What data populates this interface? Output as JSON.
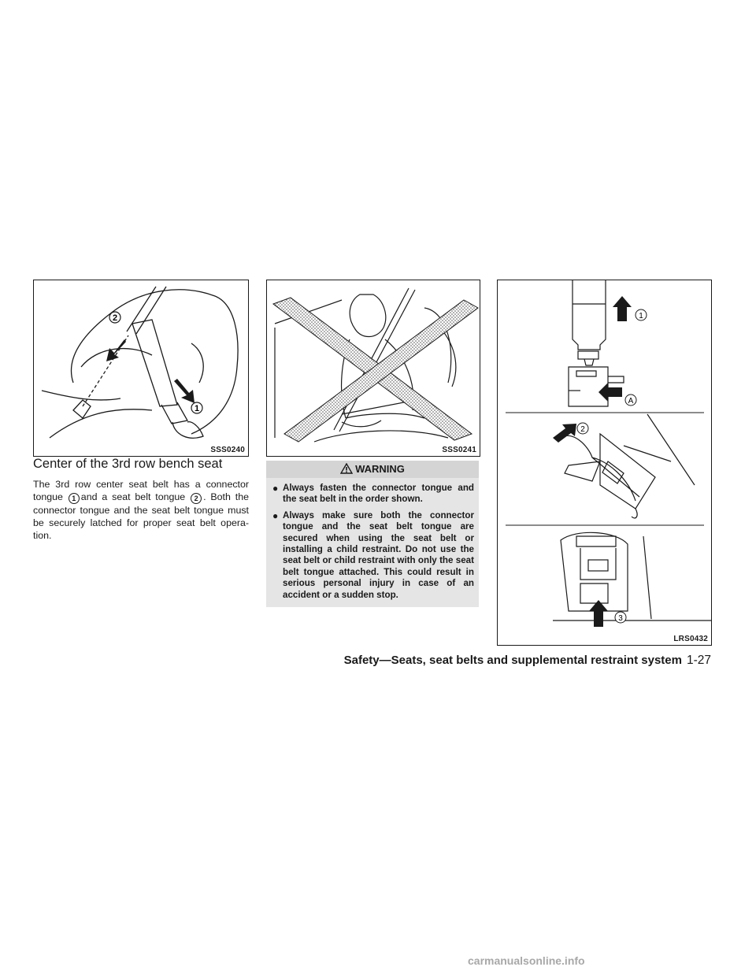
{
  "figures": {
    "fig1": {
      "code": "SSS0240",
      "callouts": [
        "2",
        "1"
      ]
    },
    "fig2": {
      "code": "SSS0241"
    },
    "fig3": {
      "code": "LRS0432",
      "callouts": [
        "1",
        "A",
        "2",
        "3"
      ]
    }
  },
  "section": {
    "title": "Center of the 3rd row bench seat",
    "body": {
      "part1": "The 3rd row center seat belt has a connector tongue",
      "marker1": "1",
      "part2": "and a seat belt tongue",
      "marker2": "2",
      "part3": ". Both the connector tongue and the seat belt tongue must be securely latched for proper seat belt opera-tion."
    }
  },
  "warning": {
    "title": "WARNING",
    "bullet": "●",
    "items": [
      "Always fasten the connector tongue and the seat belt in the order shown.",
      "Always make sure both the connector tongue and the seat belt tongue are secured when using the seat belt or installing a child restraint. Do not use the seat belt or child restraint with only the seat belt tongue attached. This could result in serious personal injury in case of an accident or a sudden stop."
    ]
  },
  "footer": {
    "chapter": "Safety—Seats, seat belts and supplemental restraint system",
    "page": "1-27"
  },
  "watermark": "carmanualsonline.info"
}
